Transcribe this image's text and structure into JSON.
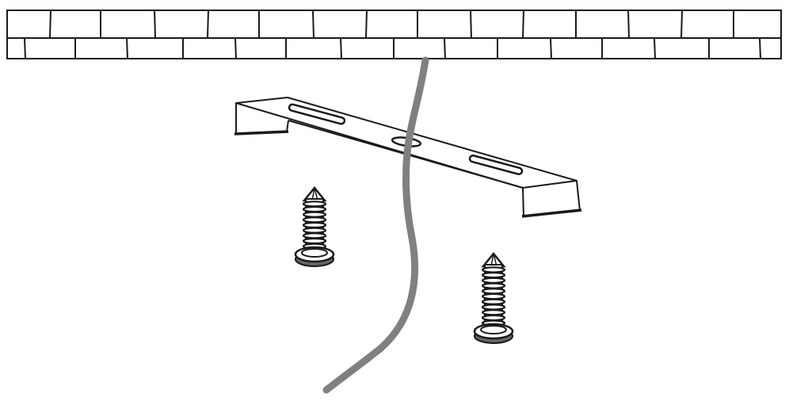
{
  "figure": {
    "subject": "ceiling-mounting-bracket-installation",
    "colors": {
      "background": "#ffffff",
      "line": "#1a1a1a",
      "wire": "#808080",
      "screw_shadow": "#666666"
    },
    "parts": {
      "ceiling": {
        "icon": "brick-ceiling-icon",
        "rows": 2
      },
      "bracket": {
        "icon": "mounting-bracket-icon",
        "slots": 2,
        "center_holes": 1
      },
      "wire": {
        "icon": "power-cable-icon"
      },
      "screws": {
        "icon": "mounting-screw-icon",
        "count": 2
      }
    }
  }
}
